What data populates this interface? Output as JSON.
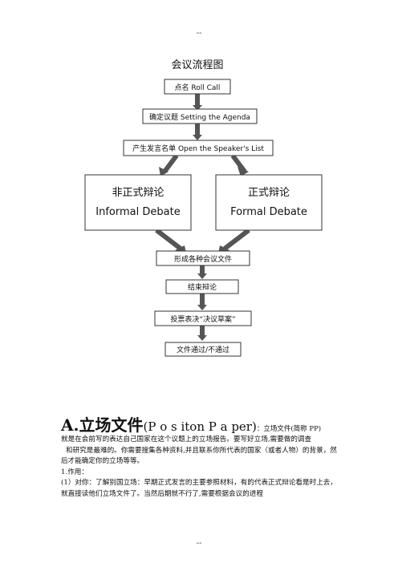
{
  "page_mark_top": "--",
  "page_mark_bottom": "--",
  "flowchart": {
    "title": "会议流程图",
    "steps": [
      {
        "id": "roll",
        "text": "点名  Roll Call"
      },
      {
        "id": "agenda",
        "text": "确定议题  Setting the Agenda"
      },
      {
        "id": "speaker",
        "text": "产生发言名单  Open the Speaker's List"
      },
      {
        "id": "informal_cn",
        "text": "非正式辩论"
      },
      {
        "id": "informal_en",
        "text": "Informal Debate"
      },
      {
        "id": "formal_cn",
        "text": "正式辩论"
      },
      {
        "id": "formal_en",
        "text": "Formal Debate"
      },
      {
        "id": "docs",
        "text": "形成各种会议文件"
      },
      {
        "id": "end",
        "text": "结束辩论"
      },
      {
        "id": "vote",
        "text": "投票表决“决议草案”"
      },
      {
        "id": "pass",
        "text": "文件通过/不通过"
      }
    ]
  },
  "heading": {
    "prefix": "A.",
    "title_cn": "立场文件",
    "title_en": "(P o s iton P a per)",
    "lead": "：立场文件(简称 PP)"
  },
  "paragraphs": [
    "就是在会前写的表达自己国家在这个议题上的立场报告。要写好立场,需要做的调查",
    "和研究是最难的。你需要搜集各种资料,并且联系你所代表的国家（或者人物）的背景，然后才能确定你的立场等等。",
    "1.作用：",
    "(1）对你：了解别国立场：早期正式发言的主要参照材料，有的代表正式辩论看是时上去，就直接读他们立场文件了。当然后期就不行了,需要根据会议的进程"
  ]
}
